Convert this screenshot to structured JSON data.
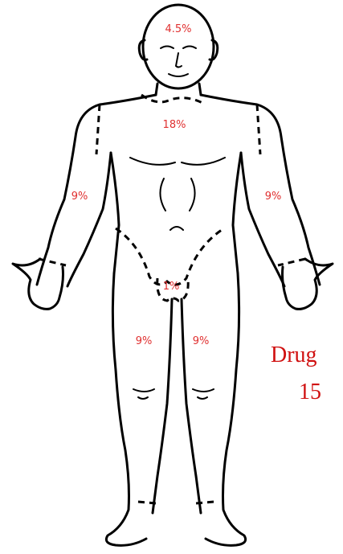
{
  "diagram": {
    "label_color": "#e03030",
    "outline_color": "#000000",
    "regions": {
      "head": "4.5%",
      "torso": "18%",
      "right_arm": "9%",
      "left_arm": "9%",
      "groin": "1%",
      "right_leg": "9%",
      "left_leg": "9%"
    }
  },
  "overlay": {
    "line1": "Drug",
    "line2": "15",
    "color": "#d01010"
  }
}
